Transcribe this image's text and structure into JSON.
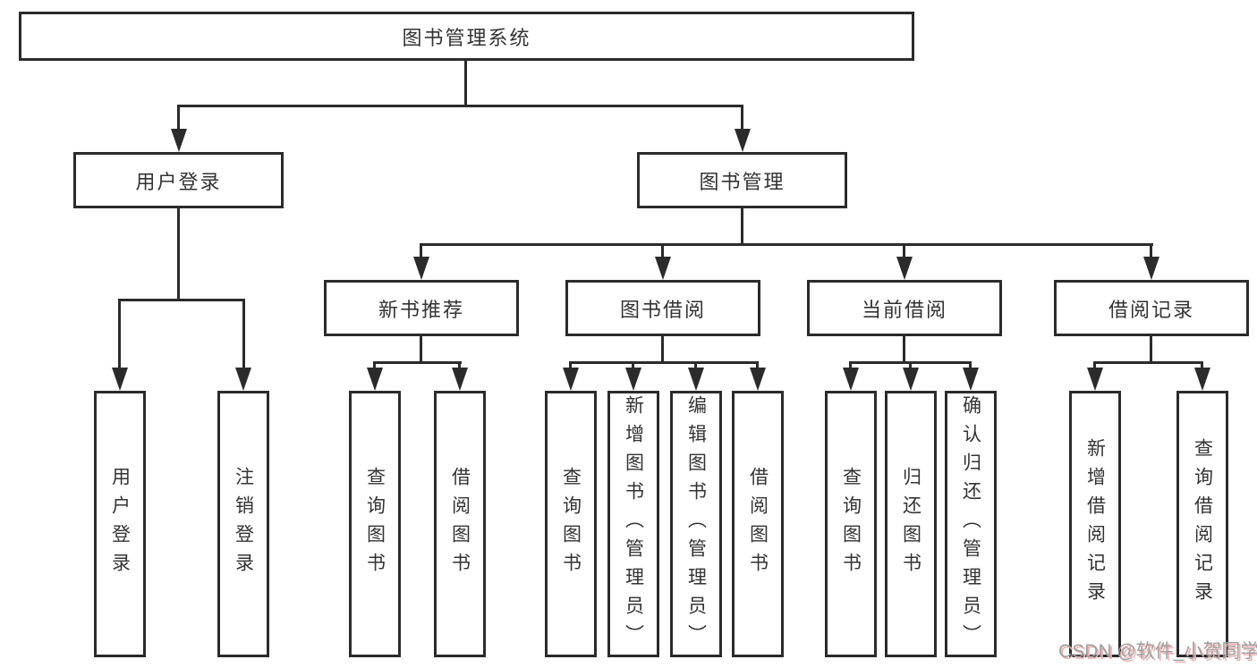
{
  "title": "图书管理系统",
  "colors": {
    "line": "#2b2b2b",
    "text": "#333333",
    "background": "#ffffff",
    "watermark_text": "#a0a0a0",
    "watermark_shadow": "#efb0b0"
  },
  "tree": {
    "label": "图书管理系统",
    "children": [
      {
        "label": "用户登录",
        "children": [
          {
            "label": "用户登录"
          },
          {
            "label": "注销登录"
          }
        ]
      },
      {
        "label": "图书管理",
        "children": [
          {
            "label": "新书推荐",
            "children": [
              {
                "label": "查询图书"
              },
              {
                "label": "借阅图书"
              }
            ]
          },
          {
            "label": "图书借阅",
            "children": [
              {
                "label": "查询图书"
              },
              {
                "label": "新增图书（管理员）"
              },
              {
                "label": "编辑图书（管理员）"
              },
              {
                "label": "借阅图书"
              }
            ]
          },
          {
            "label": "当前借阅",
            "children": [
              {
                "label": "查询图书"
              },
              {
                "label": "归还图书"
              },
              {
                "label": "确认归还（管理员）"
              }
            ]
          },
          {
            "label": "借阅记录",
            "children": [
              {
                "label": "新增借阅记录"
              },
              {
                "label": "查询借阅记录"
              }
            ]
          }
        ]
      }
    ]
  },
  "watermark": {
    "text": "CSDN @软件_小贺同学"
  }
}
